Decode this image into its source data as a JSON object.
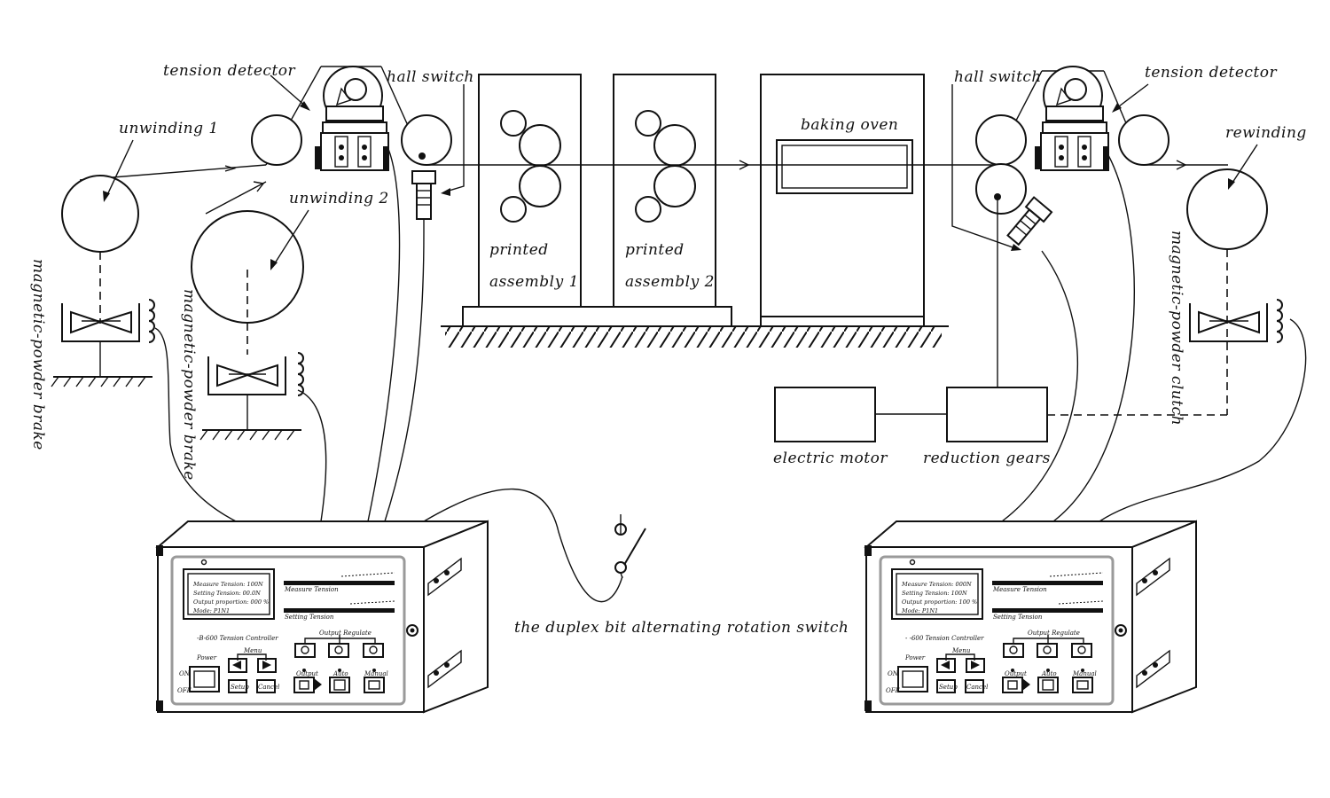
{
  "labels": {
    "tension_detector_left": "tension detector",
    "tension_detector_right": "tension detector",
    "hall_switch_left": "hall switch",
    "hall_switch_right": "hall switch",
    "unwinding_1": "unwinding 1",
    "unwinding_2": "unwinding 2",
    "rewinding": "rewinding",
    "printed_1_line1": "printed",
    "printed_1_line2": "assembly 1",
    "printed_2_line1": "printed",
    "printed_2_line2": "assembly 2",
    "baking_oven": "baking oven",
    "brake_1": "magnetic-powder brake",
    "brake_2": "magnetic-powder brake",
    "clutch": "magnetic-powder clutch",
    "electric_motor": "electric motor",
    "reduction_gears": "reduction gears",
    "duplex_switch": "the duplex bit alternating rotation switch"
  },
  "controller_left": {
    "lcd_line1": "Measure Tension:     100N",
    "lcd_line2": "Setting Tension:      00.0N",
    "lcd_line3": "Output proportion:    000 %",
    "lcd_line4": "Mode:      P1N1",
    "bar1_label": "Measure Tension",
    "bar2_label": "Setting   Tension",
    "model": "-B-600    Tension Controller",
    "output_regulate": "Output Regulate",
    "menu": "Menu",
    "power": "Power",
    "on": "ON",
    "off": "OFF",
    "setup": "Setup",
    "cancel": "Cancel",
    "output": "Output",
    "auto": "Auto",
    "manual": "Manual"
  },
  "controller_right": {
    "lcd_line1": "Measure Tension:     000N",
    "lcd_line2": "Setting Tension:      100N",
    "lcd_line3": "Output proportion:    100 %",
    "lcd_line4": "Mode:      P1N1",
    "bar1_label": "Measure Tension",
    "bar2_label": "Setting   Tension",
    "model": "-   -600    Tension Controller",
    "output_regulate": "Output Regulate",
    "menu": "Menu",
    "power": "Power",
    "on": "ON",
    "off": "OFF",
    "setup": "Setup",
    "cancel": "Cancel",
    "output": "Output",
    "auto": "Auto",
    "manual": "Manual"
  },
  "colors": {
    "ink": "#111111",
    "paper": "#ffffff",
    "panel": "#9a9a9a"
  }
}
